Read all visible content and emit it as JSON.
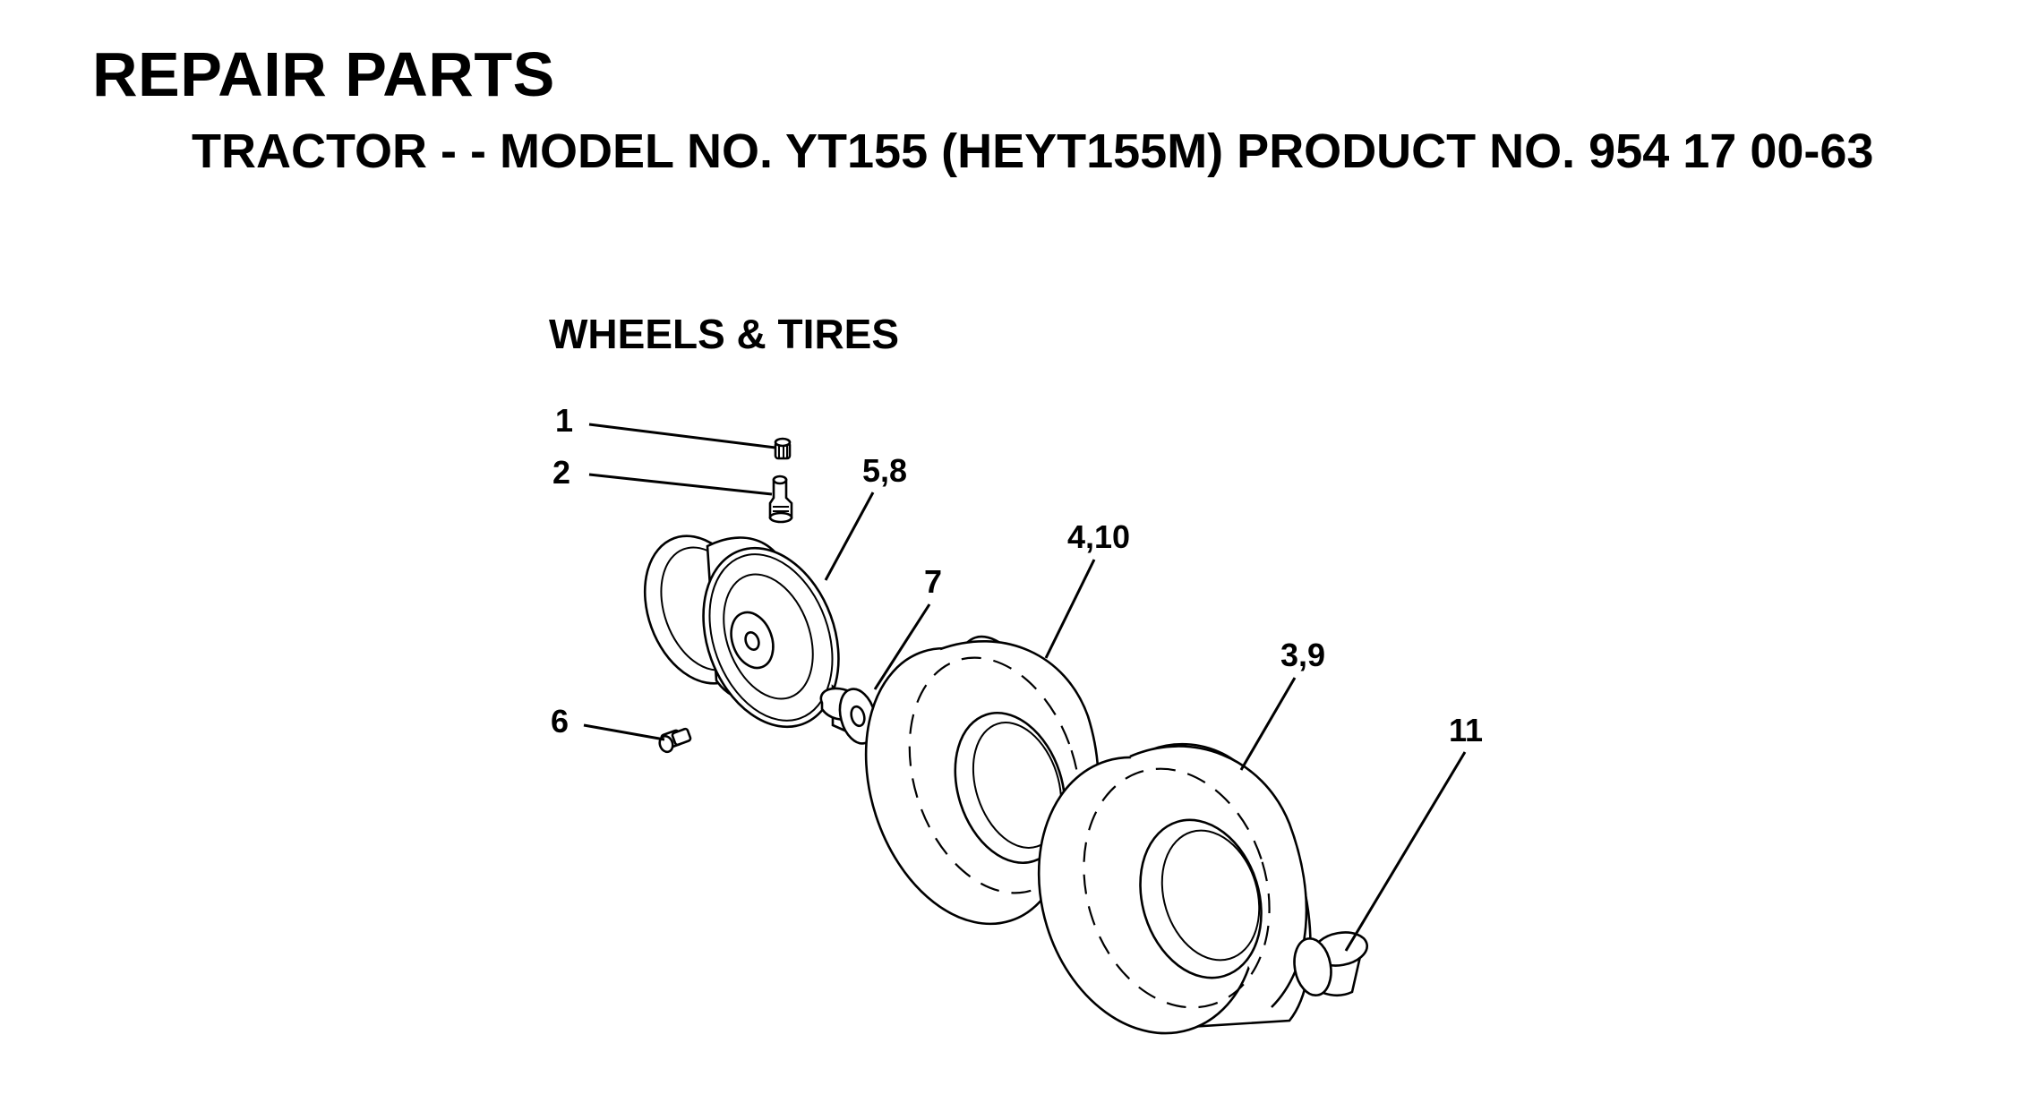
{
  "header": {
    "title": "REPAIR PARTS",
    "subtitle": "TRACTOR - - MODEL NO. YT155 (HEYT155M) PRODUCT NO. 954 17 00-63"
  },
  "section": {
    "title": "WHEELS & TIRES"
  },
  "callouts": {
    "c1": "1",
    "c2": "2",
    "c58": "5,8",
    "c7": "7",
    "c410": "4,10",
    "c39": "3,9",
    "c6": "6",
    "c11": "11"
  },
  "colors": {
    "ink": "#000000",
    "paper": "#ffffff"
  }
}
